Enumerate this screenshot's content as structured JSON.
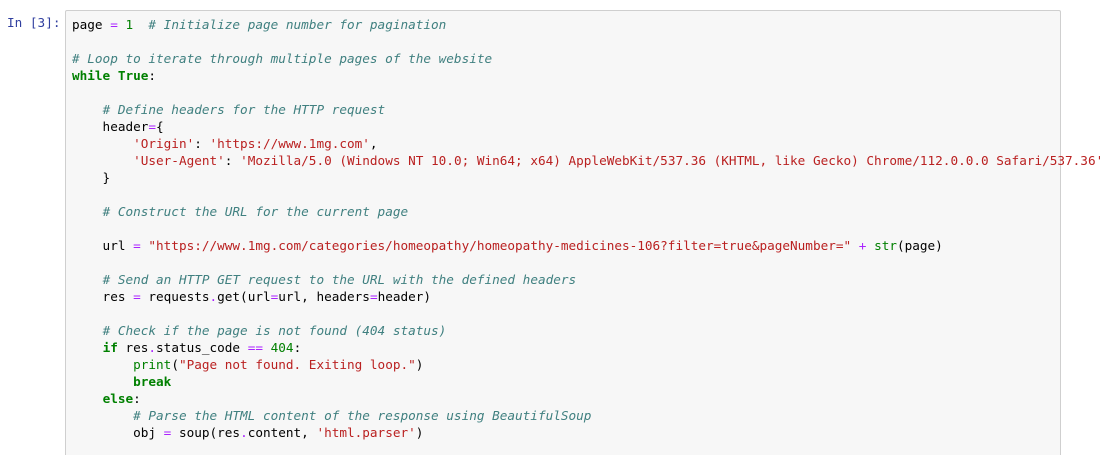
{
  "cell": {
    "prompt": "In [3]:",
    "lines": [
      [
        [
          "pl",
          "page "
        ],
        [
          "op",
          "="
        ],
        [
          "pl",
          " "
        ],
        [
          "nu",
          "1"
        ],
        [
          "pl",
          "  "
        ],
        [
          "cm",
          "# Initialize page number for pagination"
        ]
      ],
      [],
      [
        [
          "cm",
          "# Loop to iterate through multiple pages of the website"
        ]
      ],
      [
        [
          "kw",
          "while"
        ],
        [
          "pl",
          " "
        ],
        [
          "kw",
          "True"
        ],
        [
          "pl",
          ":"
        ]
      ],
      [],
      [
        [
          "pl",
          "    "
        ],
        [
          "cm",
          "# Define headers for the HTTP request"
        ]
      ],
      [
        [
          "pl",
          "    header"
        ],
        [
          "op",
          "="
        ],
        [
          "pl",
          "{"
        ]
      ],
      [
        [
          "pl",
          "        "
        ],
        [
          "st",
          "'Origin'"
        ],
        [
          "pl",
          ": "
        ],
        [
          "st",
          "'https://www.1mg.com'"
        ],
        [
          "pl",
          ","
        ]
      ],
      [
        [
          "pl",
          "        "
        ],
        [
          "st",
          "'User-Agent'"
        ],
        [
          "pl",
          ": "
        ],
        [
          "st",
          "'Mozilla/5.0 (Windows NT 10.0; Win64; x64) AppleWebKit/537.36 (KHTML, like Gecko) Chrome/112.0.0.0 Safari/537.36'"
        ]
      ],
      [
        [
          "pl",
          "    }"
        ]
      ],
      [],
      [
        [
          "pl",
          "    "
        ],
        [
          "cm",
          "# Construct the URL for the current page"
        ]
      ],
      [],
      [
        [
          "pl",
          "    url "
        ],
        [
          "op",
          "="
        ],
        [
          "pl",
          " "
        ],
        [
          "st",
          "\"https://www.1mg.com/categories/homeopathy/homeopathy-medicines-106?filter=true&pageNumber=\""
        ],
        [
          "pl",
          " "
        ],
        [
          "op",
          "+"
        ],
        [
          "pl",
          " "
        ],
        [
          "bi",
          "str"
        ],
        [
          "pl",
          "(page)"
        ]
      ],
      [],
      [
        [
          "pl",
          "    "
        ],
        [
          "cm",
          "# Send an HTTP GET request to the URL with the defined headers"
        ]
      ],
      [
        [
          "pl",
          "    res "
        ],
        [
          "op",
          "="
        ],
        [
          "pl",
          " requests"
        ],
        [
          "op",
          "."
        ],
        [
          "pl",
          "get(url"
        ],
        [
          "op",
          "="
        ],
        [
          "pl",
          "url, headers"
        ],
        [
          "op",
          "="
        ],
        [
          "pl",
          "header)"
        ]
      ],
      [],
      [
        [
          "pl",
          "    "
        ],
        [
          "cm",
          "# Check if the page is not found (404 status)"
        ]
      ],
      [
        [
          "pl",
          "    "
        ],
        [
          "kw",
          "if"
        ],
        [
          "pl",
          " res"
        ],
        [
          "op",
          "."
        ],
        [
          "pl",
          "status_code "
        ],
        [
          "op",
          "=="
        ],
        [
          "pl",
          " "
        ],
        [
          "nu",
          "404"
        ],
        [
          "pl",
          ":"
        ]
      ],
      [
        [
          "pl",
          "        "
        ],
        [
          "bi",
          "print"
        ],
        [
          "pl",
          "("
        ],
        [
          "st",
          "\"Page not found. Exiting loop.\""
        ],
        [
          "pl",
          ")"
        ]
      ],
      [
        [
          "pl",
          "        "
        ],
        [
          "kw",
          "break"
        ]
      ],
      [
        [
          "pl",
          "    "
        ],
        [
          "kw",
          "else"
        ],
        [
          "pl",
          ":"
        ]
      ],
      [
        [
          "pl",
          "        "
        ],
        [
          "cm",
          "# Parse the HTML content of the response using BeautifulSoup"
        ]
      ],
      [
        [
          "pl",
          "        obj "
        ],
        [
          "op",
          "="
        ],
        [
          "pl",
          " soup(res"
        ],
        [
          "op",
          "."
        ],
        [
          "pl",
          "content, "
        ],
        [
          "st",
          "'html.parser'"
        ],
        [
          "pl",
          ")"
        ]
      ]
    ]
  }
}
